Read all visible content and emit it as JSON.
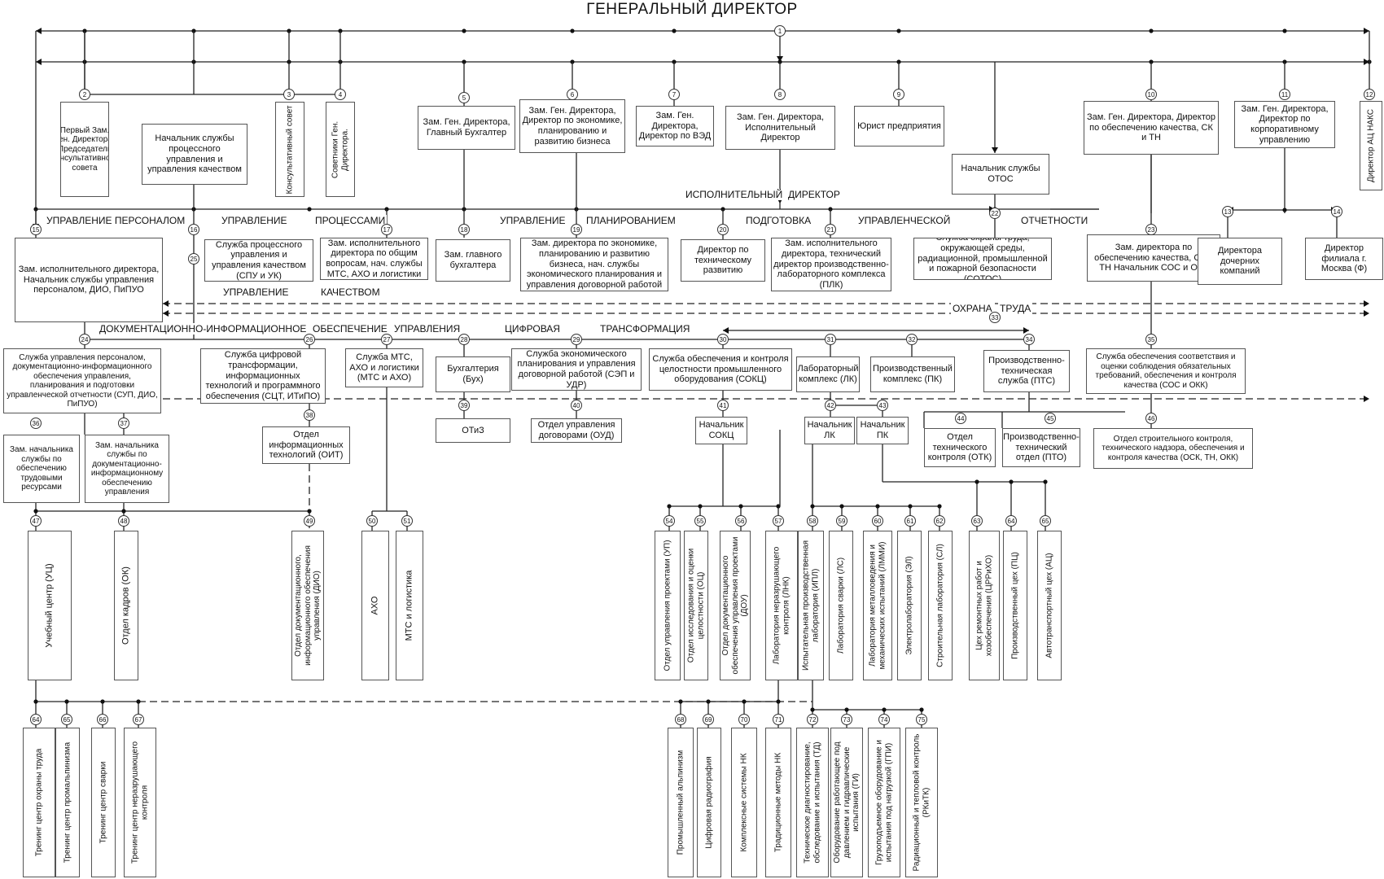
{
  "title": "ГЕНЕРАЛЬНЫЙ ДИРЕКТОР",
  "nodes": [
    "1",
    "2",
    "3",
    "4",
    "5",
    "6",
    "7",
    "8",
    "9",
    "10",
    "11",
    "12",
    "13",
    "14",
    "15",
    "16",
    "17",
    "18",
    "19",
    "20",
    "21",
    "22",
    "23",
    "24",
    "25",
    "26",
    "27",
    "28",
    "29",
    "30",
    "31",
    "32",
    "33",
    "34",
    "35",
    "36",
    "37",
    "38",
    "39",
    "40",
    "41",
    "42",
    "43",
    "44",
    "45",
    "46",
    "47",
    "48",
    "49",
    "50",
    "51",
    "54",
    "55",
    "56",
    "57",
    "58",
    "59",
    "60",
    "61",
    "62",
    "63",
    "64",
    "65",
    "66",
    "67",
    "68",
    "69",
    "70",
    "71",
    "72",
    "73",
    "74",
    "75"
  ],
  "labels": {
    "upr_personal": "УПРАВЛЕНИЕ ПЕРСОНАЛОМ",
    "upravlenie": "УПРАВЛЕНИЕ",
    "processami": "ПРОЦЕССАМИ",
    "upravlenie2": "УПРАВЛЕНИЕ",
    "planirovaniem": "ПЛАНИРОВАНИЕМ",
    "podgotovka": "ПОДГОТОВКА",
    "upravlencheskoy": "УПРАВЛЕНЧЕСКОЙ",
    "otchetnosti": "ОТЧЕТНОСТИ",
    "ispolnitelny": "ИСПОЛНИТЕЛЬНЫЙ",
    "direktor": "ДИРЕКТОР",
    "upravlenie3": "УПРАВЛЕНИЕ",
    "kachestvom": "КАЧЕСТВОМ",
    "ohrana": "ОХРАНА",
    "truda": "ТРУДА",
    "doc_inf": "ДОКУМЕНТАЦИОННО-ИНФОРМАЦИОННОЕ",
    "obespechenie": "ОБЕСПЕЧЕНИЕ",
    "upravleniya": "УПРАВЛЕНИЯ",
    "cifrovaya": "ЦИФРОВАЯ",
    "transformaciya": "ТРАНСФОРМАЦИЯ"
  },
  "boxes": {
    "b2": "Первый Зам. Ген. Директора, Председатель консультативного совета",
    "b16": "Начальник службы процессного управления и управления качеством",
    "b3": "Консультативный совет",
    "b4": "Советники Ген. Директора.",
    "b5": "Зам. Ген. Директора, Главный Бухгалтер",
    "b6": "Зам. Ген. Директора, Директор по экономике, планированию и развитию бизнеса",
    "b7": "Зам. Ген. Директора, Директор по ВЭД",
    "b8": "Зам. Ген. Директора, Исполнительный Директор",
    "b9": "Юрист предприятия",
    "b10": "Зам. Ген. Директора, Директор по обеспечению качества, СК и ТН",
    "b11": "Зам. Ген. Директора, Директор по корпоративному управлению",
    "b12": "Директор АЦ НАКС",
    "b22": "Начальник службы ОТОС",
    "b15": "Зам. исполнительного директора, Начальник службы управления персоналом, ДИО, ПиПУО",
    "b25": "Служба процессного управления и управления качеством (СПУ и УК)",
    "b17": "Зам. исполнительного директора по общим вопросам, нач. службы МТС, АХО и логистики",
    "b18": "Зам. главного бухгалтера",
    "b19": "Зам. директора по экономике, планированию и развитию бизнеса, нач. службы экономического планирования и управления договорной работой",
    "b20": "Директор по техническому развитию",
    "b21": "Зам. исполнительного директора, технический директор производственно-лабораторного комплекса (ПЛК)",
    "b22b": "Служба охраны труда, окружающей среды, радиационной, промышленной и пожарной безопасности (СОТОС)",
    "b23": "Зам. директора по обеспечению качества, СК и ТН Начальник СОС и ОКК",
    "b13": "Директора дочерних компаний",
    "b14": "Директор филиала г. Москва (Ф)",
    "b24": "Служба управления персоналом, документационно-информационного обеспечения управления, планирования и подготовки управленческой отчетности (СУП, ДИО, ПиПУО)",
    "b26": "Служба цифровой трансформации, информационных технологий и программного обеспечения (СЦТ, ИТиПО)",
    "b27": "Служба МТС, АХО и логистики (МТС и АХО)",
    "b28": "Бухгалтерия (Бух)",
    "b29": "Служба экономического планирования и управления договорной работой (СЭП и УДР)",
    "b30": "Служба обеспечения и контроля целостности промышленного оборудования (СОКЦ)",
    "b31": "Лабораторный комплекс (ЛК)",
    "b32": "Производственный комплекс (ПК)",
    "b34": "Производственно-техническая служба (ПТС)",
    "b35": "Служба обеспечения соответствия и оценки соблюдения обязательных требований, обеспечения и контроля качества (СОС и ОКК)",
    "b36": "Зам. начальника службы по обеспечению трудовыми ресурсами",
    "b37": "Зам. начальника службы по документационно-информационному обеспечению управления",
    "b38": "Отдел информационных технологий (ОИТ)",
    "b39": "ОТиЗ",
    "b40": "Отдел управления договорами (ОУД)",
    "b41": "Начальник СОКЦ",
    "b42": "Начальник ЛК",
    "b43": "Начальник ПК",
    "b44": "Отдел технического контроля (ОТК)",
    "b45": "Производственно-технический отдел (ПТО)",
    "b46": "Отдел строительного контроля, технического надзора, обеспечения и контроля качества (ОСК, ТН, ОКК)",
    "v47": "Учебный центр (УЦ)",
    "v48": "Отдел кадров (ОК)",
    "v49": "Отдел документационного, информационного обеспечения управления (ДИО)",
    "v50": "АХО",
    "v51": "МТС и логистика",
    "v54": "Отдел управления проектами (УП)",
    "v55": "Отдел исследования и оценки целостности (ОЦ)",
    "v56": "Отдел документационного обеспечения управления проектами (ДОУ)",
    "v57": "Лаборатория неразрушающего контроля (ЛНК)",
    "v58": "Испытательная производственная лаборатория (ИПЛ)",
    "v59": "Лаборатория сварки (ЛС)",
    "v60": "Лаборатория металловедения и механических испытаний (ЛММИ)",
    "v61": "Электролаборатория (ЭЛ)",
    "v62": "Строительная лаборатория (СЛ)",
    "v63": "Цех ремонтных работ и хозобеспечения (ЦРРиХО)",
    "v64": "Производственный цех (ПЦ)",
    "v65": "Автотранспортный цех (АЦ)",
    "v64b": "Тренинг центр охраны труда",
    "v65b": "Тренинг центр промальпинизма",
    "v66": "Тренинг центр сварки",
    "v67": "Тренинг центр неразрушающего контроля",
    "v68": "Промышленный альпинизм",
    "v69": "Цифровая радиография",
    "v70": "Комплексные системы НК",
    "v71": "Традиционные методы НК",
    "v72": "Техническое диагностирование, обследование и испытания (ТД)",
    "v73": "Оборудование работающее под давлением и гидравлические испытания (ГИ)",
    "v74": "Грузоподъемное оборудование и испытания под нагрузкой (ГПИ)",
    "v75": "Радиационный и тепловой контроль (РКиТК)"
  }
}
